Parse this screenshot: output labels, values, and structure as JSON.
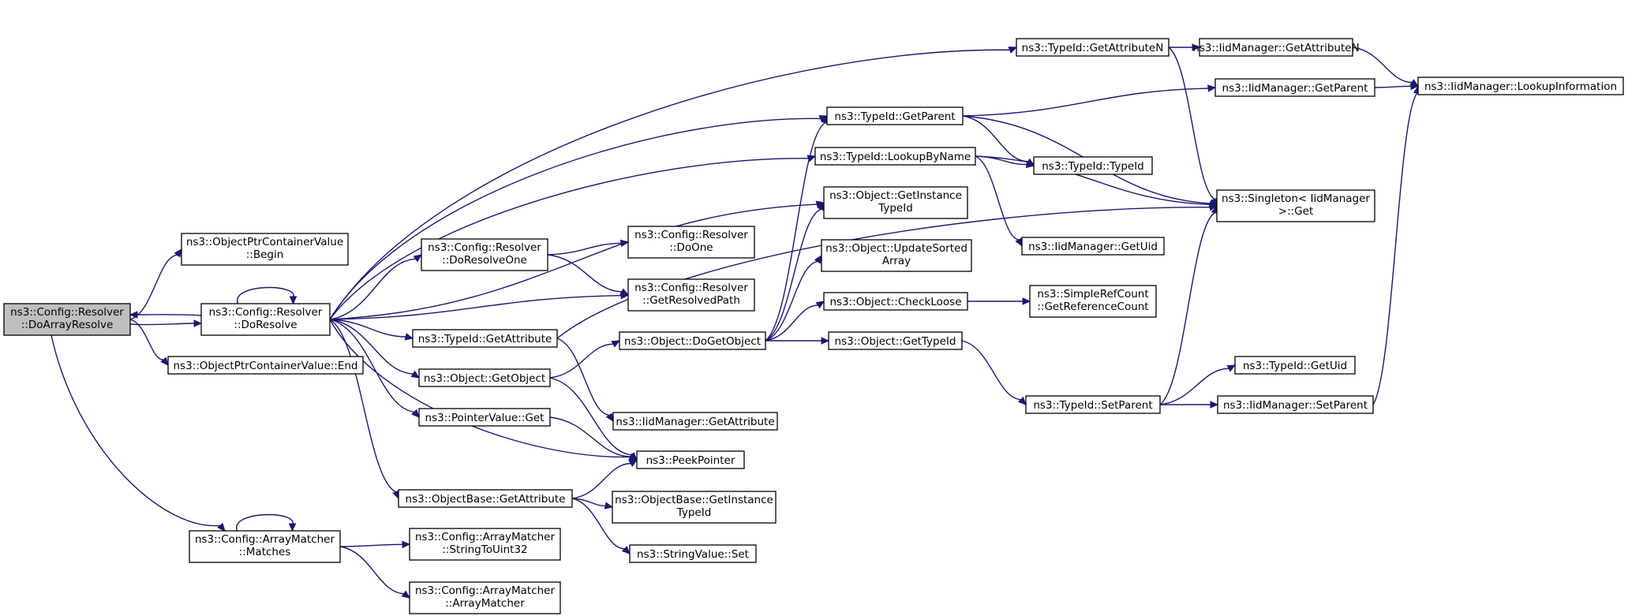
{
  "graph": {
    "root": "doArrayResolve",
    "nodes": [
      {
        "id": "doArrayResolve",
        "lines": [
          "ns3::Config::Resolver",
          "::DoArrayResolve"
        ],
        "root": true
      },
      {
        "id": "ptrBegin",
        "lines": [
          "ns3::ObjectPtrContainerValue",
          "::Begin"
        ]
      },
      {
        "id": "doResolve",
        "lines": [
          "ns3::Config::Resolver",
          "::DoResolve"
        ]
      },
      {
        "id": "ptrEnd",
        "lines": [
          "ns3::ObjectPtrContainerValue::End"
        ]
      },
      {
        "id": "matches",
        "lines": [
          "ns3::Config::ArrayMatcher",
          "::Matches"
        ]
      },
      {
        "id": "doResolveOne",
        "lines": [
          "ns3::Config::Resolver",
          "::DoResolveOne"
        ]
      },
      {
        "id": "tidGetAttribute",
        "lines": [
          "ns3::TypeId::GetAttribute"
        ]
      },
      {
        "id": "objGetObject",
        "lines": [
          "ns3::Object::GetObject"
        ]
      },
      {
        "id": "ptrValueGet",
        "lines": [
          "ns3::PointerValue::Get"
        ]
      },
      {
        "id": "obGetAttribute",
        "lines": [
          "ns3::ObjectBase::GetAttribute"
        ]
      },
      {
        "id": "stringToUint32",
        "lines": [
          "ns3::Config::ArrayMatcher",
          "::StringToUint32"
        ]
      },
      {
        "id": "arrayMatcher",
        "lines": [
          "ns3::Config::ArrayMatcher",
          "::ArrayMatcher"
        ]
      },
      {
        "id": "doOne",
        "lines": [
          "ns3::Config::Resolver",
          "::DoOne"
        ]
      },
      {
        "id": "getResolvedPath",
        "lines": [
          "ns3::Config::Resolver",
          "::GetResolvedPath"
        ]
      },
      {
        "id": "doGetObject",
        "lines": [
          "ns3::Object::DoGetObject"
        ]
      },
      {
        "id": "iidGetAttribute",
        "lines": [
          "ns3::IidManager::GetAttribute"
        ]
      },
      {
        "id": "peekPointer",
        "lines": [
          "ns3::PeekPointer"
        ]
      },
      {
        "id": "obGetInstanceTypeId",
        "lines": [
          "ns3::ObjectBase::GetInstance",
          "TypeId"
        ]
      },
      {
        "id": "stringValueSet",
        "lines": [
          "ns3::StringValue::Set"
        ]
      },
      {
        "id": "tidGetParent",
        "lines": [
          "ns3::TypeId::GetParent"
        ]
      },
      {
        "id": "tidLookupByName",
        "lines": [
          "ns3::TypeId::LookupByName"
        ]
      },
      {
        "id": "objGetInstanceTypeId",
        "lines": [
          "ns3::Object::GetInstance",
          "TypeId"
        ]
      },
      {
        "id": "objUpdateSortedArray",
        "lines": [
          "ns3::Object::UpdateSorted",
          "Array"
        ]
      },
      {
        "id": "objCheckLoose",
        "lines": [
          "ns3::Object::CheckLoose"
        ]
      },
      {
        "id": "objGetTypeId",
        "lines": [
          "ns3::Object::GetTypeId"
        ]
      },
      {
        "id": "tidGetAttributeN",
        "lines": [
          "ns3::TypeId::GetAttributeN"
        ]
      },
      {
        "id": "tidTypeId",
        "lines": [
          "ns3::TypeId::TypeId"
        ]
      },
      {
        "id": "iidGetUid",
        "lines": [
          "ns3::IidManager::GetUid"
        ]
      },
      {
        "id": "simpleRefCount",
        "lines": [
          "ns3::SimpleRefCount",
          "::GetReferenceCount"
        ]
      },
      {
        "id": "tidSetParent",
        "lines": [
          "ns3::TypeId::SetParent"
        ]
      },
      {
        "id": "iidGetAttributeN",
        "lines": [
          "ns3::IidManager::GetAttributeN"
        ]
      },
      {
        "id": "iidGetParent",
        "lines": [
          "ns3::IidManager::GetParent"
        ]
      },
      {
        "id": "singletonGet",
        "lines": [
          "ns3::Singleton< IidManager",
          ">::Get"
        ]
      },
      {
        "id": "tidGetUid",
        "lines": [
          "ns3::TypeId::GetUid"
        ]
      },
      {
        "id": "iidSetParent",
        "lines": [
          "ns3::IidManager::SetParent"
        ]
      },
      {
        "id": "iidLookupInformation",
        "lines": [
          "ns3::IidManager::LookupInformation"
        ]
      }
    ],
    "edges": [
      [
        "doArrayResolve",
        "ptrBegin"
      ],
      [
        "doArrayResolve",
        "doResolve"
      ],
      [
        "doArrayResolve",
        "ptrEnd"
      ],
      [
        "doArrayResolve",
        "matches"
      ],
      [
        "doResolve",
        "doArrayResolve"
      ],
      [
        "doResolve",
        "doResolve"
      ],
      [
        "doResolve",
        "doResolveOne"
      ],
      [
        "doResolve",
        "getResolvedPath"
      ],
      [
        "doResolve",
        "tidGetAttribute"
      ],
      [
        "doResolve",
        "objGetObject"
      ],
      [
        "doResolve",
        "ptrValueGet"
      ],
      [
        "doResolve",
        "peekPointer"
      ],
      [
        "doResolve",
        "obGetAttribute"
      ],
      [
        "doResolve",
        "tidGetAttributeN"
      ],
      [
        "doResolve",
        "tidGetParent"
      ],
      [
        "doResolve",
        "tidLookupByName"
      ],
      [
        "doResolve",
        "objGetInstanceTypeId"
      ],
      [
        "doResolveOne",
        "doOne"
      ],
      [
        "doResolveOne",
        "getResolvedPath"
      ],
      [
        "tidGetAttribute",
        "iidGetAttribute"
      ],
      [
        "tidGetAttribute",
        "singletonGet"
      ],
      [
        "objGetObject",
        "doGetObject"
      ],
      [
        "objGetObject",
        "peekPointer"
      ],
      [
        "ptrValueGet",
        "peekPointer"
      ],
      [
        "obGetAttribute",
        "peekPointer"
      ],
      [
        "obGetAttribute",
        "obGetInstanceTypeId"
      ],
      [
        "obGetAttribute",
        "stringValueSet"
      ],
      [
        "matches",
        "matches"
      ],
      [
        "matches",
        "stringToUint32"
      ],
      [
        "matches",
        "arrayMatcher"
      ],
      [
        "doGetObject",
        "tidGetParent"
      ],
      [
        "doGetObject",
        "objGetInstanceTypeId"
      ],
      [
        "doGetObject",
        "objUpdateSortedArray"
      ],
      [
        "doGetObject",
        "objCheckLoose"
      ],
      [
        "doGetObject",
        "objGetTypeId"
      ],
      [
        "tidGetParent",
        "iidGetParent"
      ],
      [
        "tidGetParent",
        "tidTypeId"
      ],
      [
        "tidGetParent",
        "singletonGet"
      ],
      [
        "tidLookupByName",
        "tidTypeId"
      ],
      [
        "tidLookupByName",
        "singletonGet"
      ],
      [
        "tidLookupByName",
        "iidGetUid"
      ],
      [
        "objCheckLoose",
        "simpleRefCount"
      ],
      [
        "objGetTypeId",
        "tidSetParent"
      ],
      [
        "tidGetAttributeN",
        "iidGetAttributeN"
      ],
      [
        "tidGetAttributeN",
        "singletonGet"
      ],
      [
        "iidGetAttributeN",
        "iidLookupInformation"
      ],
      [
        "iidGetParent",
        "iidLookupInformation"
      ],
      [
        "tidSetParent",
        "singletonGet"
      ],
      [
        "tidSetParent",
        "tidGetUid"
      ],
      [
        "tidSetParent",
        "iidSetParent"
      ],
      [
        "iidSetParent",
        "iidLookupInformation"
      ]
    ]
  }
}
